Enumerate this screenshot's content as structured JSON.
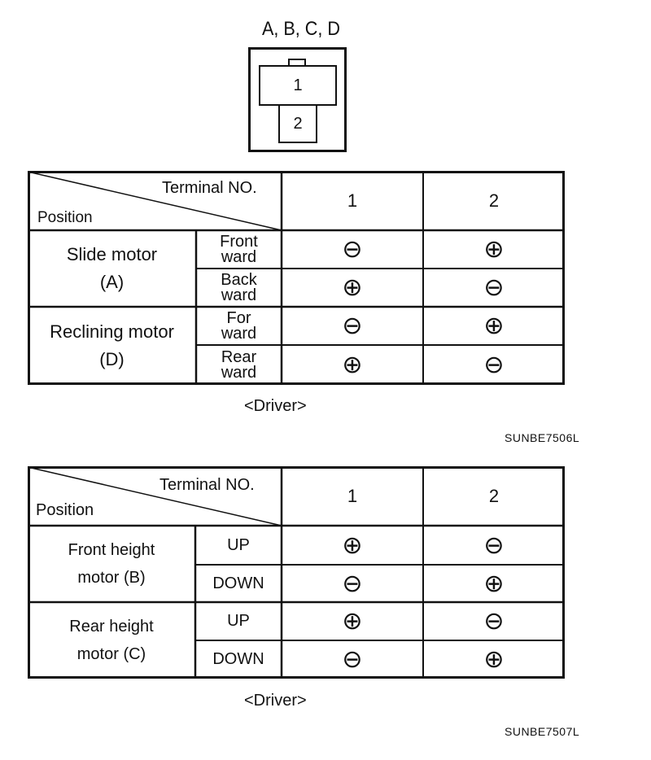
{
  "connector": {
    "label": "A, B, C, D",
    "pin1": "1",
    "pin2": "2"
  },
  "tables": [
    {
      "header": {
        "terminal": "Terminal NO.",
        "position": "Position",
        "col1": "1",
        "col2": "2"
      },
      "groups": [
        {
          "motor_line1": "Slide motor",
          "motor_line2": "(A)",
          "rows": [
            {
              "dir_line1": "Front",
              "dir_line2": "ward",
              "t1": "⊖",
              "t2": "⊕"
            },
            {
              "dir_line1": "Back",
              "dir_line2": "ward",
              "t1": "⊕",
              "t2": "⊖"
            }
          ]
        },
        {
          "motor_line1": "Reclining motor",
          "motor_line2": "(D)",
          "rows": [
            {
              "dir_line1": "For",
              "dir_line2": "ward",
              "t1": "⊖",
              "t2": "⊕"
            },
            {
              "dir_line1": "Rear",
              "dir_line2": "ward",
              "t1": "⊕",
              "t2": "⊖"
            }
          ]
        }
      ],
      "caption": "<Driver>",
      "code": "SUNBE7506L"
    },
    {
      "header": {
        "terminal": "Terminal NO.",
        "position": "Position",
        "col1": "1",
        "col2": "2"
      },
      "groups": [
        {
          "motor_line1": "Front height",
          "motor_line2": "motor (B)",
          "rows": [
            {
              "dir_line1": "UP",
              "dir_line2": "",
              "t1": "⊕",
              "t2": "⊖"
            },
            {
              "dir_line1": "DOWN",
              "dir_line2": "",
              "t1": "⊖",
              "t2": "⊕"
            }
          ]
        },
        {
          "motor_line1": "Rear height",
          "motor_line2": "motor (C)",
          "rows": [
            {
              "dir_line1": "UP",
              "dir_line2": "",
              "t1": "⊕",
              "t2": "⊖"
            },
            {
              "dir_line1": "DOWN",
              "dir_line2": "",
              "t1": "⊖",
              "t2": "⊕"
            }
          ]
        }
      ],
      "caption": "<Driver>",
      "code": "SUNBE7507L"
    }
  ]
}
